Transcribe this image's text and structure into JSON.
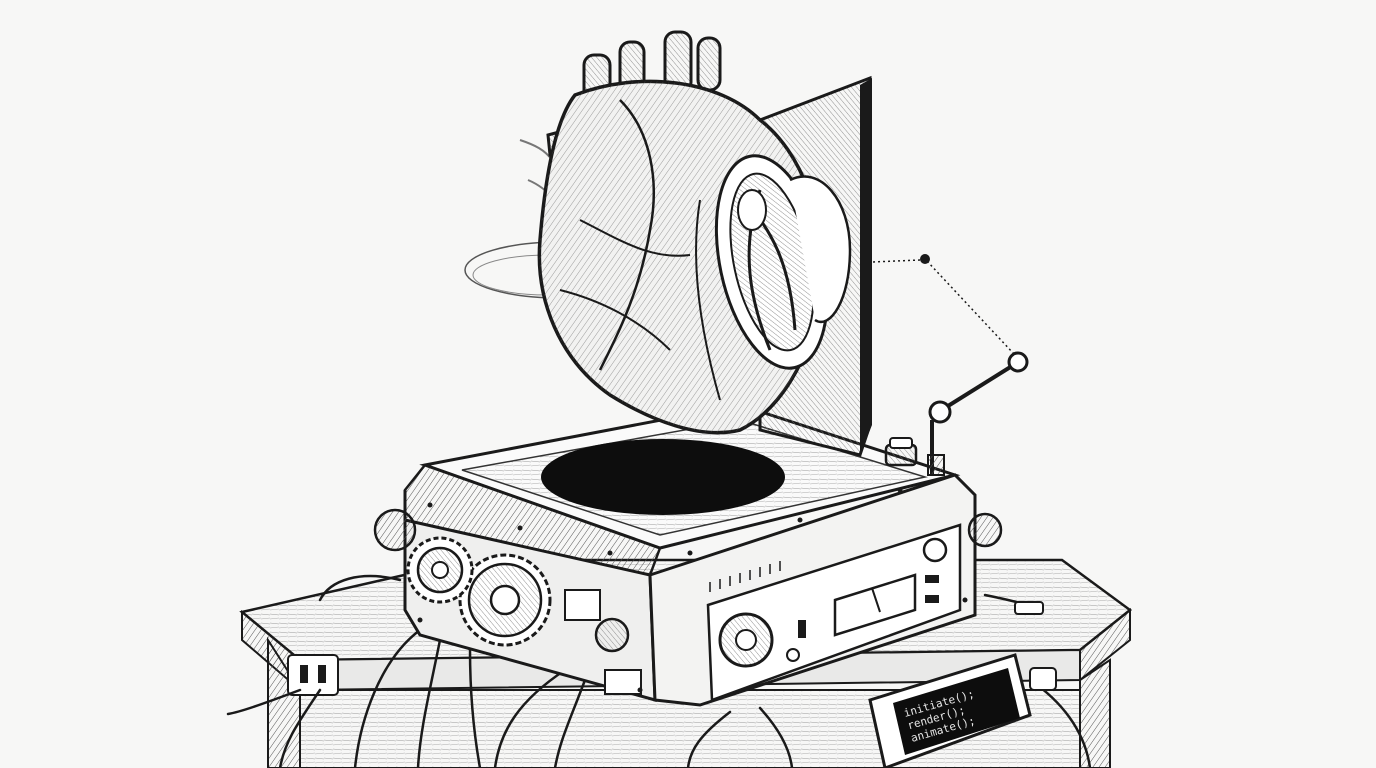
{
  "colors": {
    "background": "#f7f7f6",
    "ink": "#1a1a1a",
    "shade": "#6b6b6b",
    "paper": "#ffffff",
    "screen": "#0d0d0d",
    "screen_text": "#e6e6e6"
  },
  "icons": {
    "heart": "anatomical-heart-icon",
    "cross_section": "heart-cross-section-panel",
    "device": "projector-device",
    "gear": "gear-icon",
    "antenna": "antenna-arm-icon",
    "terminal": "terminal-screen-icon"
  },
  "terminal": {
    "lines": [
      "initiate();",
      "render();",
      "animate();"
    ]
  }
}
